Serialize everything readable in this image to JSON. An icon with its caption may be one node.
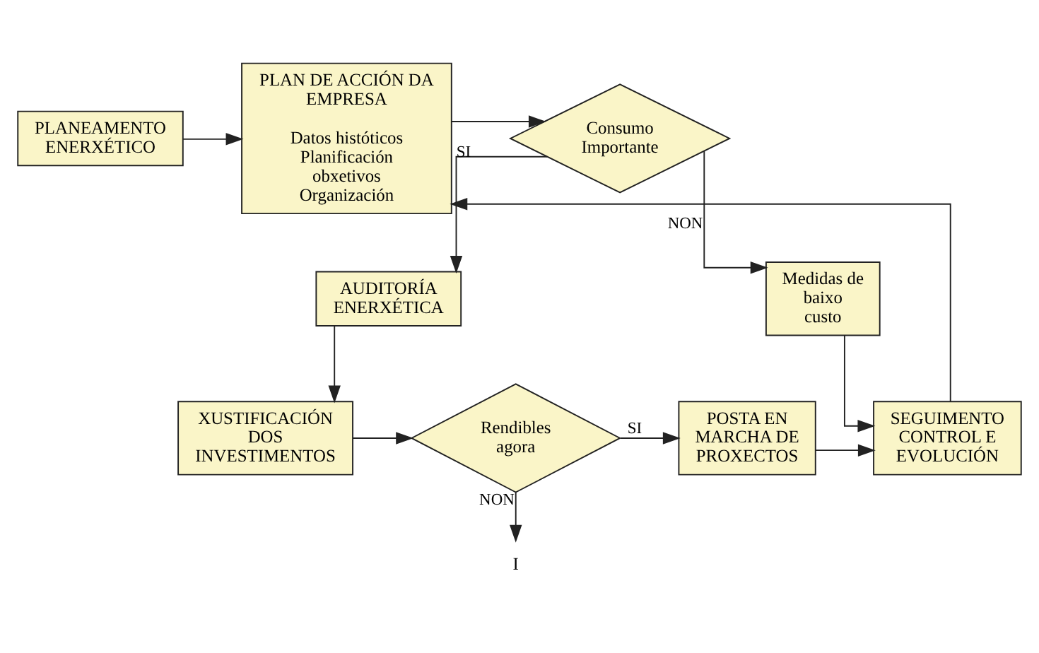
{
  "diagram": {
    "nodes": [
      {
        "text": [
          "PLANEAMENTO ENERXÉTICO"
        ]
      },
      {
        "text": [
          "PLAN DE ACCIÓN DA EMPRESA",
          "Datos históticos Planificación obxetivos Organización"
        ]
      },
      {
        "text": [
          "Consumo Importante"
        ]
      },
      {
        "text": [
          "Medidas de baixo custo"
        ]
      },
      {
        "text": [
          "AUDITORÍA ENERXÉTICA"
        ]
      },
      {
        "text": [
          "SEGUIMENTO CONTROL E EVOLUCIÓN"
        ]
      },
      {
        "text": [
          "POSTA EN MARCHA DE PROXECTOS"
        ]
      },
      {
        "text": [
          "Rendibles agora"
        ]
      },
      {
        "text": [
          "XUSTIFICACIÓN DOS INVESTIMENTOS"
        ]
      },
      {
        "text": [
          "I"
        ]
      }
    ],
    "edges": [
      {
        "from": 0,
        "to": 1,
        "arrow": "to"
      },
      {
        "from": 1,
        "to": 2,
        "arrow": "to"
      },
      {
        "from": 2,
        "to": 3,
        "label": "NON",
        "arrow": "to"
      },
      {
        "from": 2,
        "to": 4,
        "label": "SI",
        "arrow": "to"
      },
      {
        "from": 3,
        "to": 5,
        "arrow": "to"
      },
      {
        "from": 5,
        "to": 1,
        "arrow": "to"
      },
      {
        "from": 4,
        "to": 8,
        "arrow": "to"
      },
      {
        "from": 8,
        "to": 7,
        "arrow": "to"
      },
      {
        "from": 7,
        "to": 6,
        "label": "SI",
        "arrow": "to"
      },
      {
        "from": 6,
        "to": 5,
        "arrow": "to"
      },
      {
        "from": 7,
        "to": 9,
        "label": "NON",
        "arrow": "to"
      }
    ]
  }
}
